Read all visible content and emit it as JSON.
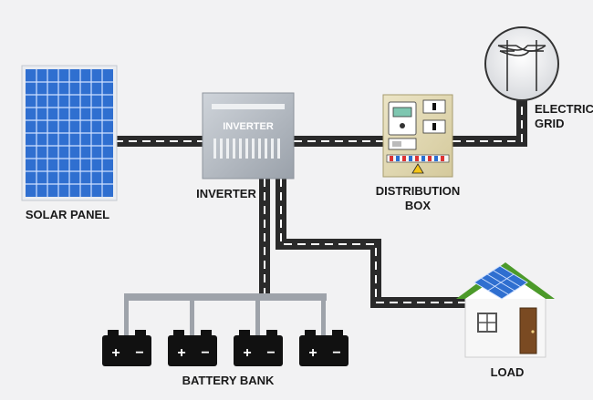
{
  "labels": {
    "solar_panel": "SOLAR PANEL",
    "inverter_panel": "INVERTER",
    "inverter": "INVERTER",
    "distribution_line1": "DISTRIBUTION",
    "distribution_line2": "BOX",
    "electric_line1": "ELECTRIC",
    "electric_line2": "GRID",
    "battery_bank": "BATTERY BANK",
    "load": "LOAD"
  },
  "battery_terminals": {
    "plus": "+",
    "minus": "−"
  },
  "colors": {
    "background": "#f2f2f3",
    "wire": "#2a2a2a",
    "solar_cell": "#2f6fd0",
    "solar_grid": "#cfe0ff",
    "roof_green": "#4c9a2a",
    "inverter_body": "#b9bfc7",
    "dist_box": "#e6ddb8",
    "battery": "#111111"
  }
}
